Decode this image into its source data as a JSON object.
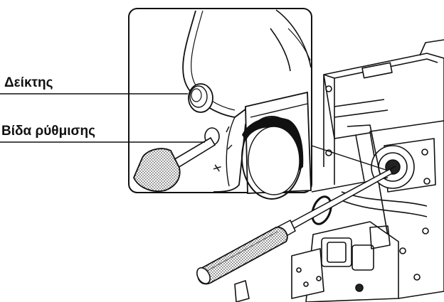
{
  "labels": {
    "indicator": "Δείκτης",
    "adjustment_screw": "Βίδα ρύθμισης",
    "scale_mark": "X"
  },
  "colors": {
    "line": "#111111",
    "hatch": "#9a9a9a",
    "background": "#ffffff"
  },
  "icons": {
    "tool": "screwdriver-icon",
    "part": "burner-assembly"
  }
}
